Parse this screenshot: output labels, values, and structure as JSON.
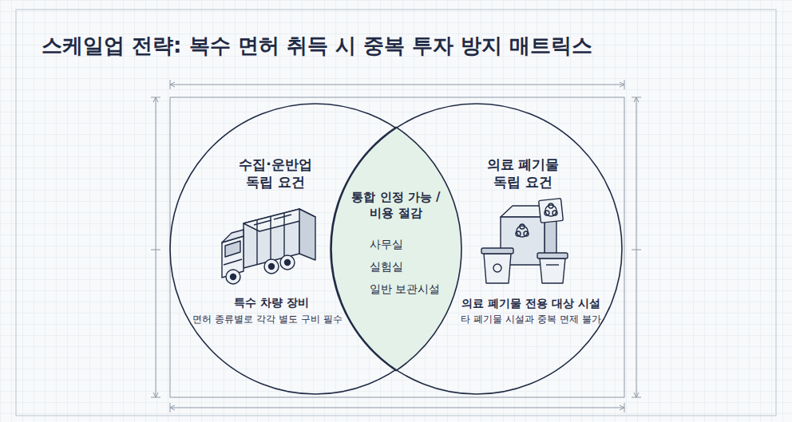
{
  "diagram": {
    "title": "스케일업 전략: 복수 면허 취득 시 중복 투자 방지 매트릭스",
    "nodes": [
      {
        "text": [
          "수집·운반업 독립 요건",
          "특수 차량 장비",
          "면허 종류별로 각각 별도 구비 필수"
        ]
      },
      {
        "text": [
          "통합 인정 가능 / 비용 절감",
          "사무실",
          "실험실",
          "일반 보관시설"
        ]
      },
      {
        "text": [
          "의료 폐기물 독립 요건",
          "의료 폐기물 전용 대상 시설",
          "타 폐기물 시설과 중복 면제 불가"
        ]
      }
    ]
  }
}
